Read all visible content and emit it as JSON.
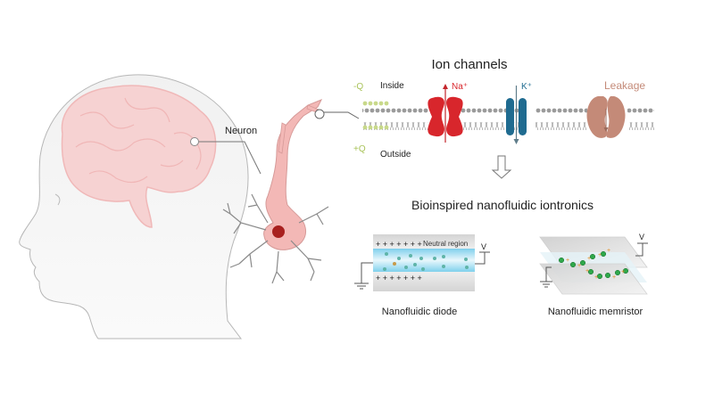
{
  "figure": {
    "head": {
      "neuron_callout": "Neuron"
    },
    "ion_channels": {
      "title": "Ion channels",
      "inside_label": "Inside",
      "outside_label": "Outside",
      "charge_inside": "-Q",
      "charge_outside": "+Q",
      "sodium_label": "Na⁺",
      "potassium_label": "K⁺",
      "leakage_label": "Leakage"
    },
    "nanofluidics": {
      "title": "Bioinspired nanofluidic iontronics",
      "diode": {
        "caption": "Nanofluidic diode",
        "neutral_region_label": "Neutral region",
        "voltage_label": "V",
        "top_charges": "+ + + + + + +",
        "bottom_charges": "+ + + + + + +"
      },
      "memristor": {
        "caption": "Nanofluidic memristor",
        "voltage_label": "V"
      }
    },
    "colors": {
      "brain": "#f6c9c9",
      "neuron": "#f3b8b6",
      "nucleus": "#a8201f",
      "sodium_channel": "#d8262c",
      "potassium_channel": "#1f6b90",
      "leakage_channel": "#c48a78",
      "charge_green": "#b9cf6e",
      "diode_fluid": "#9ad9ef",
      "memristor_ion": "#2fa84b",
      "memristor_cation": "#e28a1d"
    },
    "icons": [
      "head-silhouette",
      "brain",
      "neuron",
      "lipid-membrane",
      "down-arrow-outline",
      "ground-symbol"
    ]
  }
}
